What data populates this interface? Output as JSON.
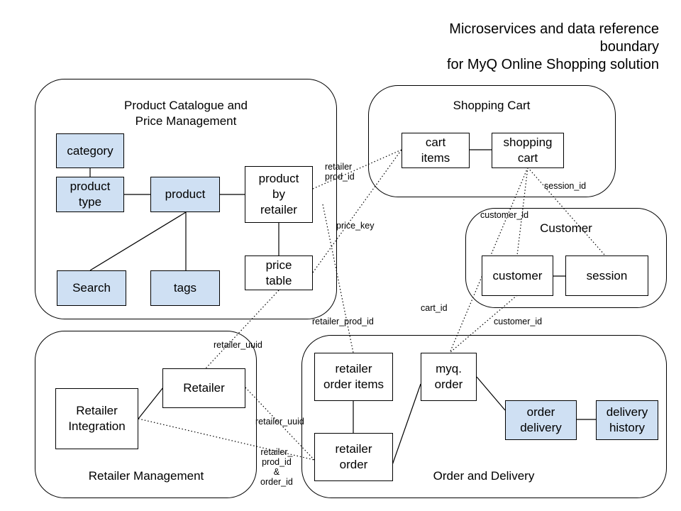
{
  "title": {
    "line1": "Microservices and data reference",
    "line2": "boundary",
    "line3": "for MyQ Online Shopping solution"
  },
  "groups": {
    "catalogue": {
      "label_line1": "Product Catalogue and",
      "label_line2": "Price Management"
    },
    "cart": {
      "label": "Shopping Cart"
    },
    "customer": {
      "label": "Customer"
    },
    "retailer": {
      "label": "Retailer Management"
    },
    "order": {
      "label": "Order and Delivery"
    }
  },
  "entities": {
    "category": "category",
    "product_type": "product\ntype",
    "product": "product",
    "product_by_retailer": "product\nby\nretailer",
    "search": "Search",
    "tags": "tags",
    "price_table": "price\ntable",
    "cart_items": "cart\nitems",
    "shopping_cart": "shopping\ncart",
    "customer": "customer",
    "session": "session",
    "retailer": "Retailer",
    "retailer_integration": "Retailer\nIntegration",
    "retailer_order_items": "retailer\norder items",
    "myq_order": "myq.\norder",
    "retailer_order": "retailer\norder",
    "order_delivery": "order\ndelivery",
    "delivery_history": "delivery\nhistory"
  },
  "references": {
    "retailer_prod_id_top": "retailer\nprod_id",
    "price_key": "price_key",
    "session_id": "session_id",
    "customer_id_top": "customer_id",
    "cart_id": "cart_id",
    "customer_id_bottom": "customer_id",
    "retailer_prod_id_mid": "retailer_prod_id",
    "retailer_uuid_top": "retailer_uuid",
    "retailer_uuid_bottom": "retailer_uuid",
    "retailer_prod_id_order_id": "retailer_\nprod_id\n&\norder_id"
  },
  "colors": {
    "highlight_fill": "#cfe0f3",
    "line": "#000000"
  }
}
